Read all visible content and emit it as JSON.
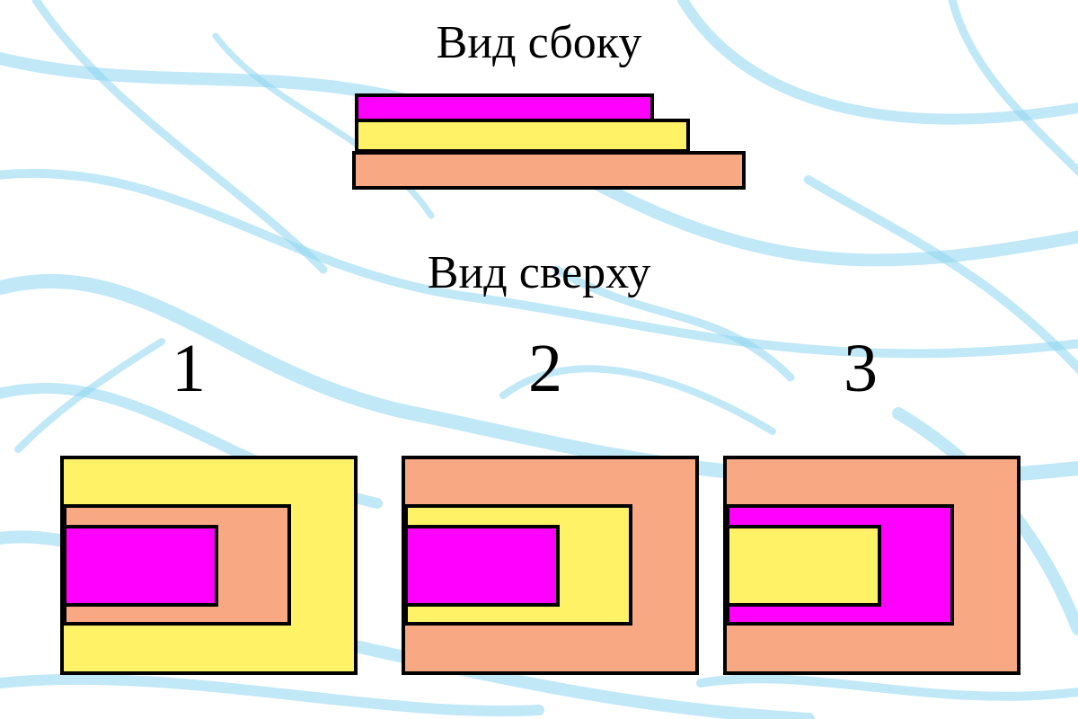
{
  "colors": {
    "magenta": "#ff00ff",
    "yellow": "#fff266",
    "salmon": "#f8a882",
    "stroke": "#000000",
    "background_strokes": "#7fd0ec"
  },
  "side_view": {
    "title": "Вид сбоку",
    "layers": [
      {
        "name": "top",
        "color": "magenta"
      },
      {
        "name": "middle",
        "color": "yellow"
      },
      {
        "name": "bottom",
        "color": "salmon"
      }
    ]
  },
  "top_view": {
    "title": "Вид сверху",
    "options": [
      {
        "label": "1",
        "outer": "yellow",
        "middle": "salmon",
        "inner": "magenta"
      },
      {
        "label": "2",
        "outer": "salmon",
        "middle": "yellow",
        "inner": "magenta"
      },
      {
        "label": "3",
        "outer": "salmon",
        "middle": "magenta",
        "inner": "yellow"
      }
    ]
  }
}
